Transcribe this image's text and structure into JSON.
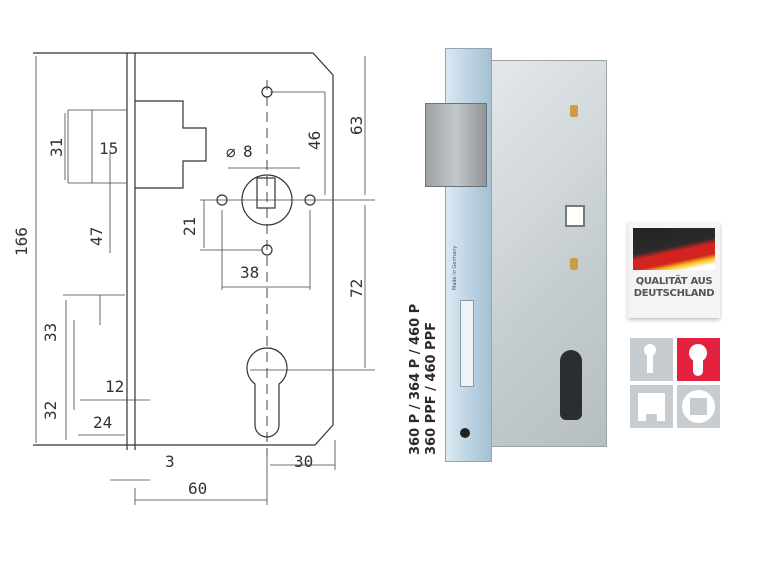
{
  "drawing": {
    "dimensions": {
      "total_height": "166",
      "latch_height": "31",
      "latch_projection": "15",
      "latch_to_bolt": "47",
      "bolt_upper": "33",
      "bolt_lower": "32",
      "bolt_throw": "12",
      "bolt_width": "24",
      "faceplate_thickness": "3",
      "backset": "60",
      "cylinder_to_edge": "30",
      "hole_offset": "21",
      "hole_spacing": "38",
      "spindle": "8",
      "spindle_to_top_hole": "46",
      "spindle_to_top": "63",
      "spindle_to_cylinder": "72"
    },
    "spindle_symbol": "⌀"
  },
  "product": {
    "models": [
      "360 P / 364 P / 460 P",
      "360 PPF / 460 PPF"
    ],
    "faceplate_stamp": "Made in Germany"
  },
  "badge": {
    "line1": "QUALITÄT AUS",
    "line2": "DEUTSCHLAND"
  },
  "colors": {
    "badge_red": "#d2231e",
    "icon_red": "#e3223f",
    "icon_gray": "#c7ccd0"
  }
}
